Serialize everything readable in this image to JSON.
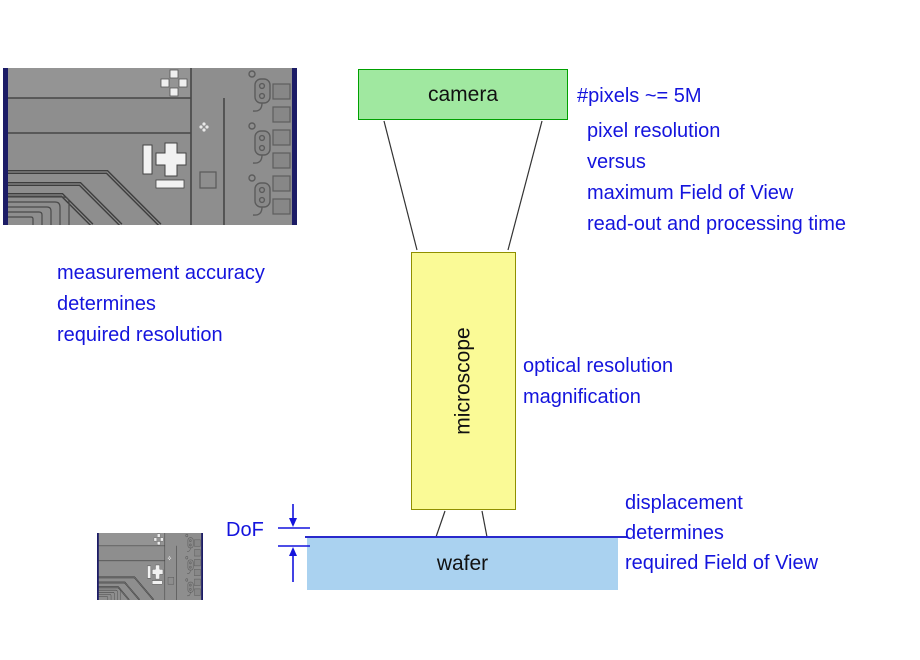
{
  "colors": {
    "annotation_blue": "#1414dd",
    "camera_fill": "#a0e8a0",
    "camera_border": "#00a000",
    "microscope_fill": "#fafa96",
    "microscope_border": "#8f8f00",
    "wafer_fill": "#aad2f0",
    "wafer_surface_line": "#2929cc"
  },
  "diagram": {
    "camera_label": "camera",
    "microscope_label": "microscope",
    "wafer_label": "wafer",
    "dof_label": "DoF"
  },
  "annotations": {
    "pixels_note": "#pixels ~= 5M",
    "camera_notes": [
      "pixel resolution",
      "versus",
      "maximum Field of View",
      "read-out and processing time"
    ],
    "accuracy_notes": [
      "measurement accuracy",
      "determines",
      "required resolution"
    ],
    "microscope_notes": [
      "optical resolution",
      "magnification"
    ],
    "displacement_notes": [
      "displacement",
      "determines",
      "required Field of View"
    ]
  }
}
